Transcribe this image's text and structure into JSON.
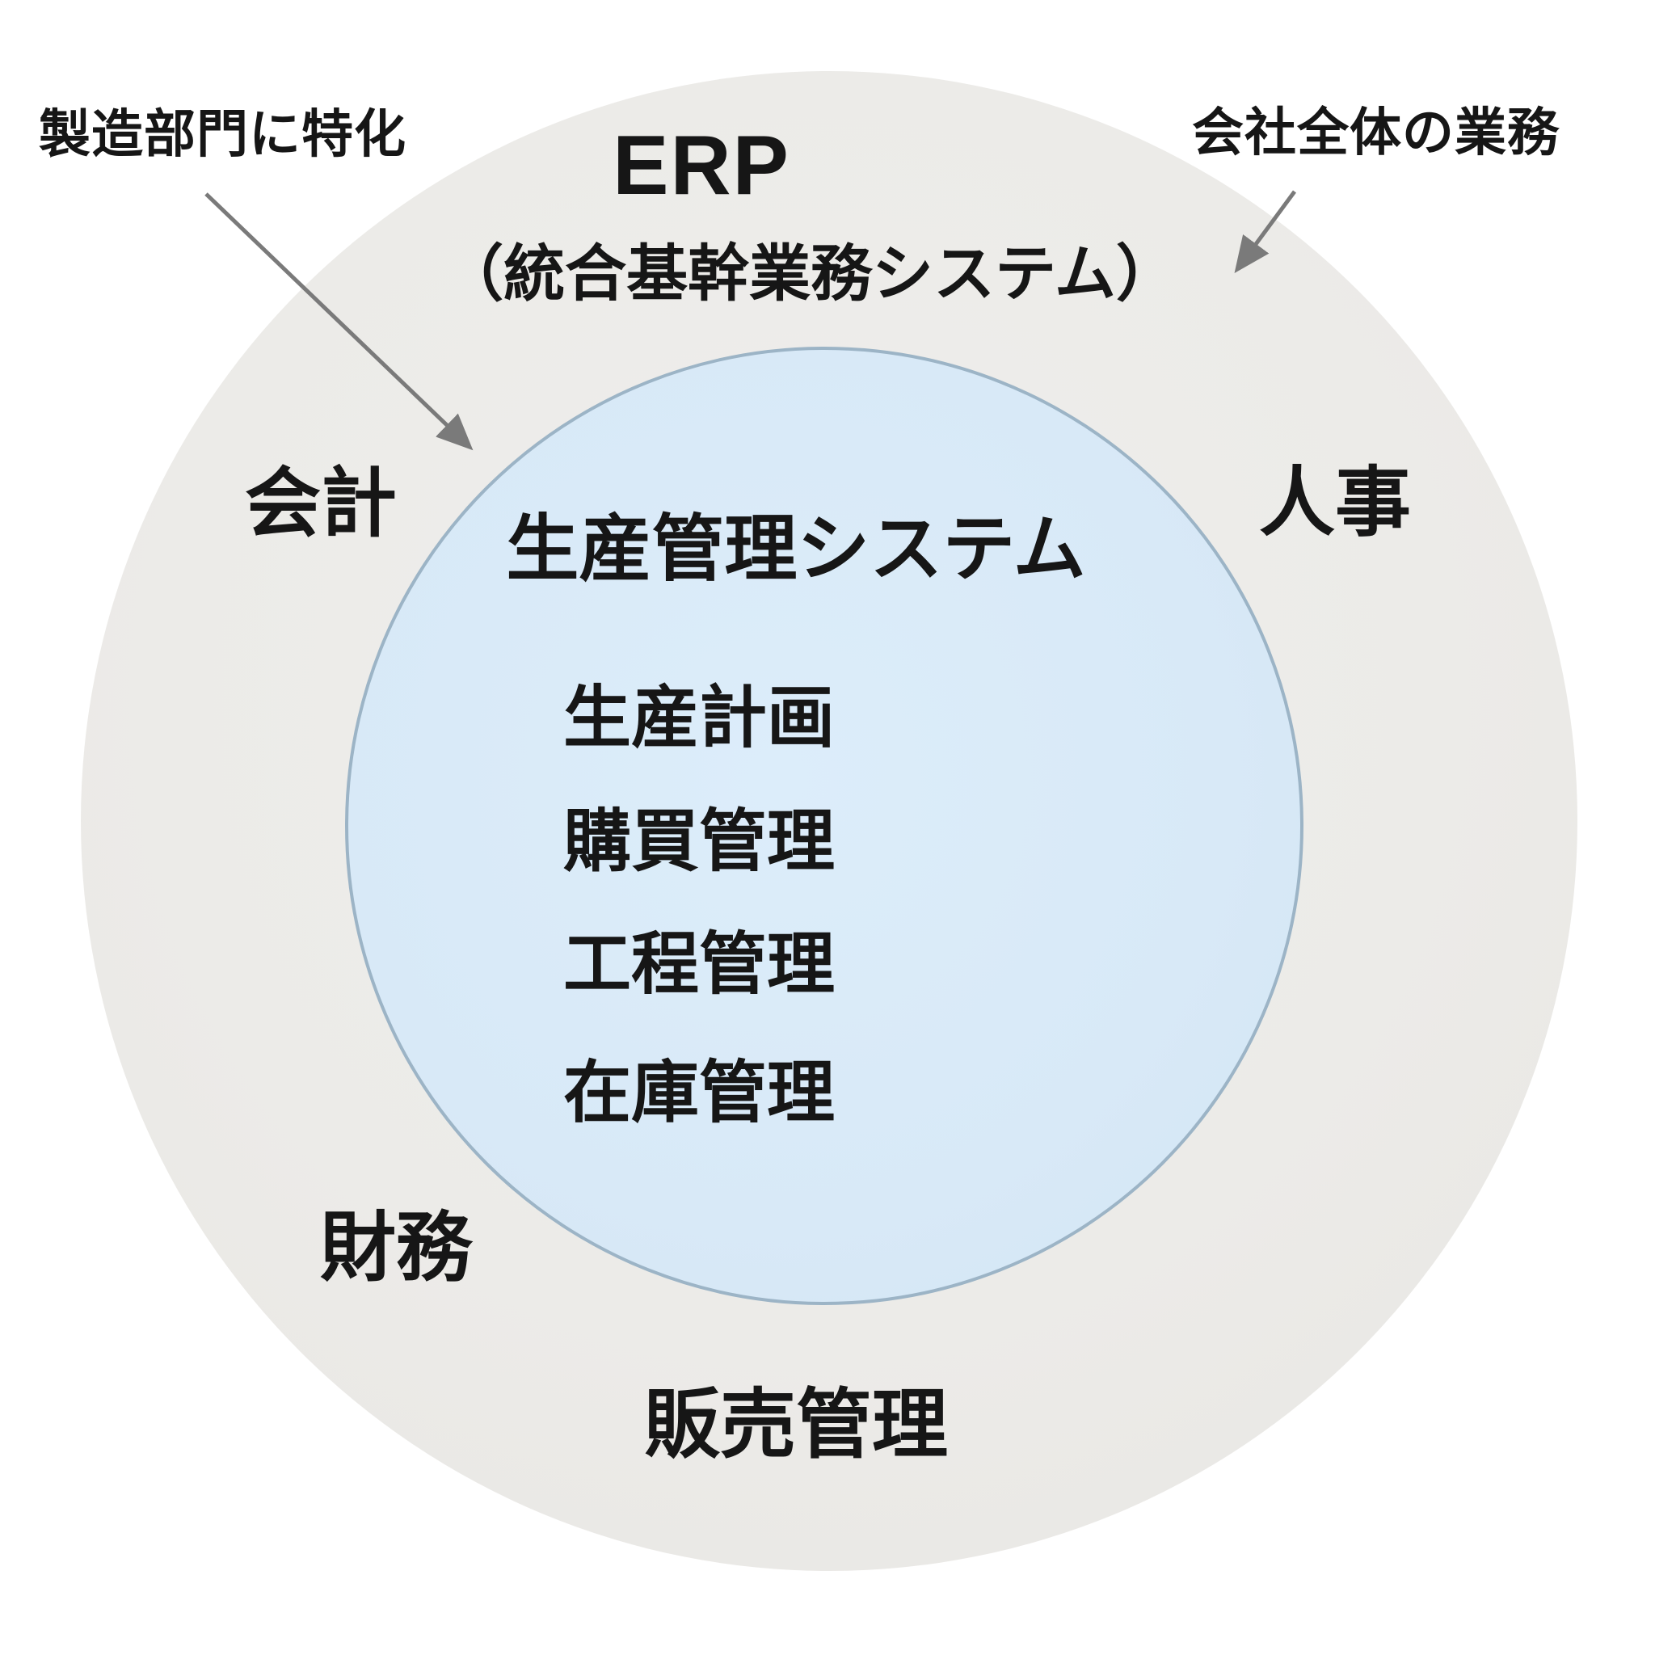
{
  "diagram": {
    "type": "nested-circles",
    "annotations": {
      "left": {
        "label": "製造部門に特化",
        "target": "inner-circle"
      },
      "right": {
        "label": "会社全体の業務",
        "target": "outer-circle"
      }
    },
    "outer_circle": {
      "title": "ERP",
      "subtitle": "（統合基幹業務システム）",
      "modules": [
        {
          "id": "accounting",
          "label": "会計"
        },
        {
          "id": "hr",
          "label": "人事"
        },
        {
          "id": "finance",
          "label": "財務"
        },
        {
          "id": "sales",
          "label": "販売管理"
        }
      ]
    },
    "inner_circle": {
      "title": "生産管理システム",
      "items": [
        "生産計画",
        "購買管理",
        "工程管理",
        "在庫管理"
      ]
    },
    "colors": {
      "background": "#ffffff",
      "outer_circle_fill": "#ecebe8",
      "inner_circle_fill": "#d8e9f7",
      "inner_circle_border": "#9cb4c6",
      "arrow": "#7a7a7a",
      "text": "#161616"
    }
  }
}
